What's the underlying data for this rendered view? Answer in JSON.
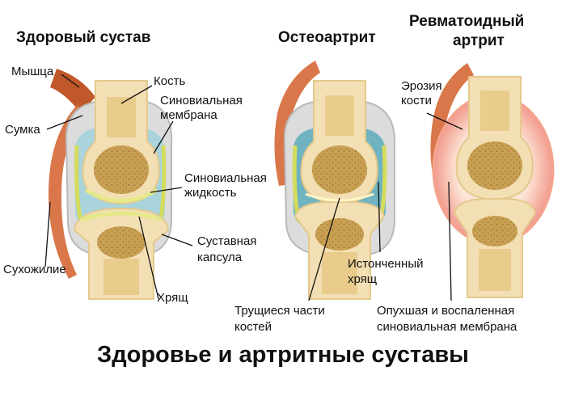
{
  "panels": {
    "healthy": {
      "title": "Здоровый сустав",
      "labels": {
        "muscle": "Мышца",
        "bone": "Кость",
        "synovial_membrane": [
          "Синовиальная",
          "мембрана"
        ],
        "bursa": "Сумка",
        "synovial_fluid": [
          "Синовиальная",
          "жидкость"
        ],
        "capsule": [
          "Суставная",
          "капсула"
        ],
        "tendon": "Сухожилие",
        "cartilage": "Хрящ"
      }
    },
    "osteoarthritis": {
      "title": "Остеоартрит",
      "labels": {
        "thinned_cartilage": [
          "Истонченный",
          "хрящ"
        ],
        "rubbing_bones": [
          "Трущиеся части",
          "костей"
        ]
      }
    },
    "rheumatoid": {
      "title": [
        "Ревматоидный",
        "артрит"
      ],
      "labels": {
        "erosion": [
          "Эрозия",
          "кости"
        ],
        "inflamed_membrane": [
          "Опухшая и воспаленная",
          "синовиальная мембрана"
        ]
      }
    }
  },
  "caption": "Здоровье и артритные суставы",
  "colors": {
    "bone_fill": "#f3dfb4",
    "marrow": "#c8a054",
    "fluid": "#a9d4dc",
    "cartilage": "#e6e98a",
    "capsule": "#dcdcdc",
    "muscle": "#c0582a",
    "inflamed": "#f6b3a8"
  }
}
